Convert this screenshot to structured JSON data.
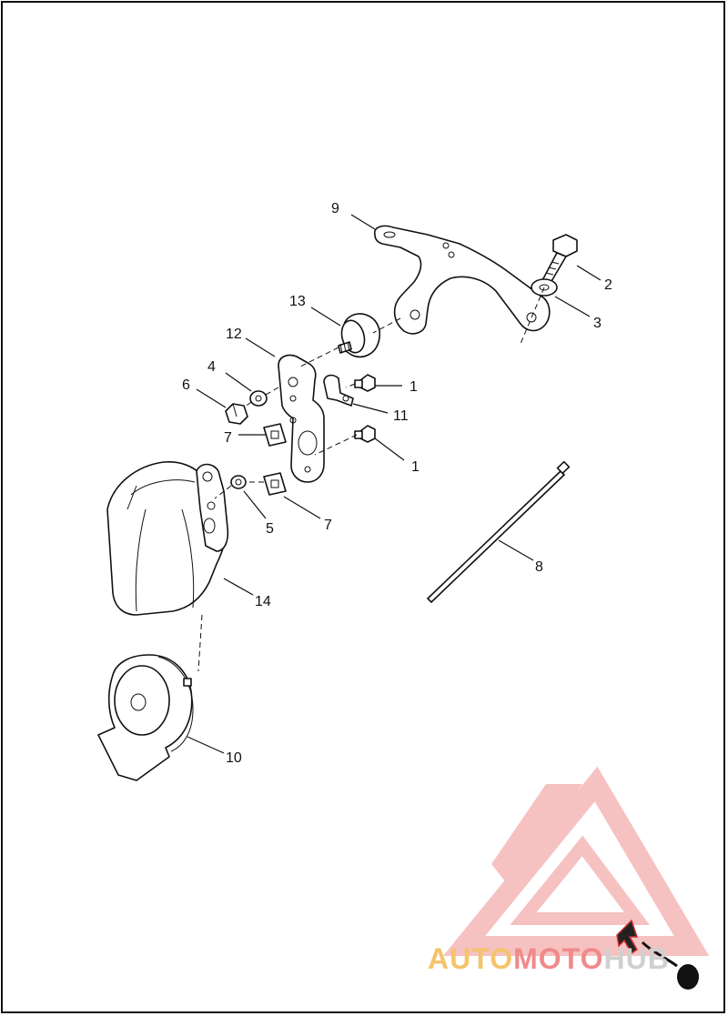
{
  "diagram": {
    "callouts": {
      "c1a": "1",
      "c1b": "1",
      "c2": "2",
      "c3": "3",
      "c4": "4",
      "c5": "5",
      "c6": "6",
      "c7a": "7",
      "c7b": "7",
      "c8": "8",
      "c9": "9",
      "c10": "10",
      "c11": "11",
      "c12": "12",
      "c13": "13",
      "c14": "14"
    }
  },
  "watermark": {
    "part1": "AUTO",
    "part2": "MOTO",
    "part3": "HUB",
    "colors": {
      "triangle": "#f4a0a0",
      "auto": "#f5c36a",
      "moto": "#f08a8a"
    }
  }
}
